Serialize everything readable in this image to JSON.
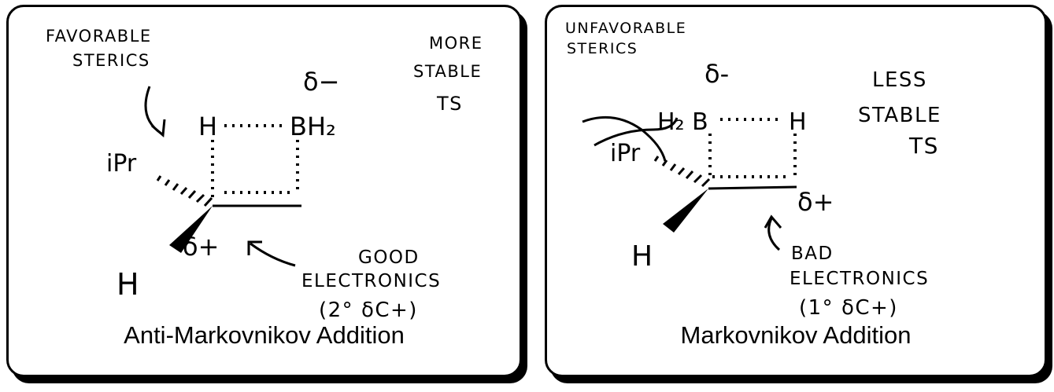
{
  "left_panel": {
    "caption": "Anti-Markovnikov Addition",
    "label_top_left_line1": "FAVORABLE",
    "label_top_left_line2": "STERICS",
    "label_top_right_line1": "MORE",
    "label_top_right_line2": "STABLE",
    "label_top_right_line3": "TS",
    "delta_minus": "δ−",
    "delta_plus": "δ+",
    "atom_h_top": "H",
    "atom_bh2": "BH₂",
    "group_ipr": "iPr",
    "atom_h_bottom": "H",
    "label_bottom_line1": "GOOD",
    "label_bottom_line2": "ELECTRONICS",
    "label_bottom_line3": "(2° δC+)"
  },
  "right_panel": {
    "caption": "Markovnikov Addition",
    "label_top_left_line1": "UNFAVORABLE",
    "label_top_left_line2": "STERICS",
    "label_top_right_line1": "LESS",
    "label_top_right_line2": "STABLE",
    "label_top_right_line3": "TS",
    "delta_minus": "δ-",
    "delta_plus": "δ+",
    "atom_h2b": "H₂ B",
    "atom_h_top": "H",
    "group_ipr": "iPr",
    "atom_h_bottom": "H",
    "label_bottom_line1": "BAD",
    "label_bottom_line2": "ELECTRONICS",
    "label_bottom_line3": "(1° δC+)"
  }
}
